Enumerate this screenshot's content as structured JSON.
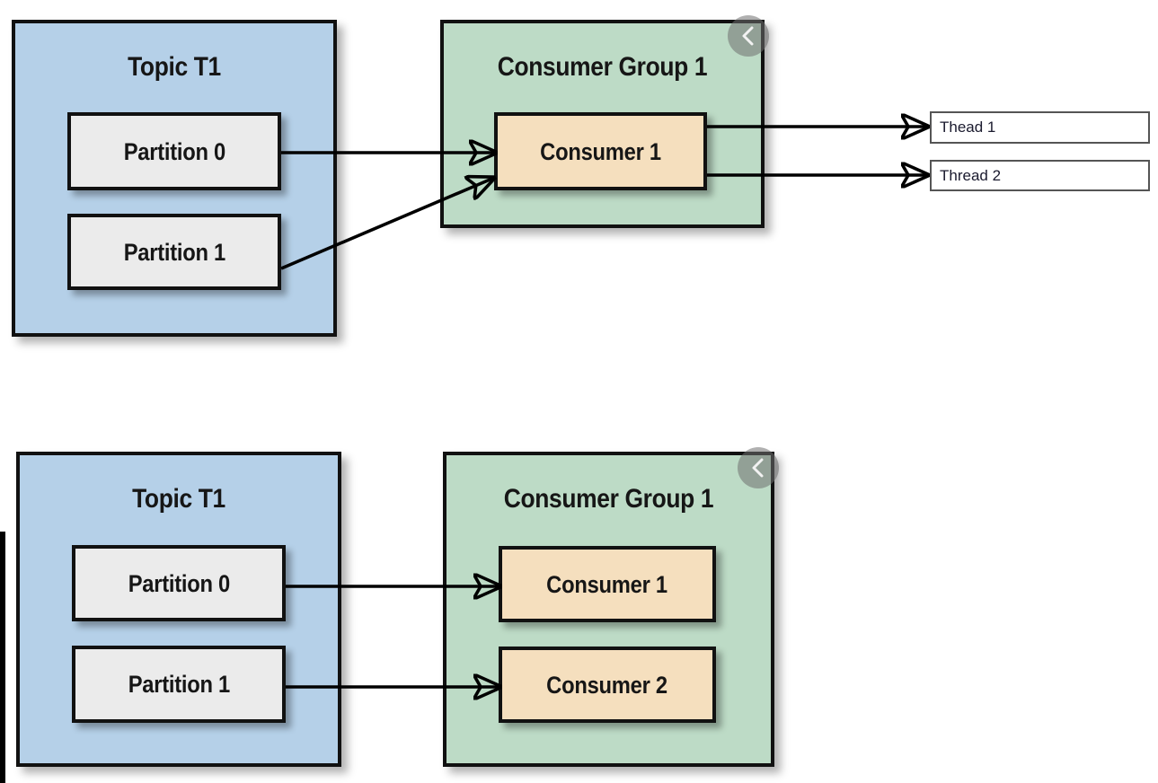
{
  "diagrams": [
    {
      "id": "one-consumer-two-threads",
      "topic": {
        "title": "Topic T1",
        "partitions": [
          {
            "label": "Partition 0"
          },
          {
            "label": "Partition 1"
          }
        ]
      },
      "group": {
        "title": "Consumer Group 1",
        "collapse_icon": "chevron-left-icon",
        "consumers": [
          {
            "label": "Consumer 1"
          }
        ]
      },
      "threads": [
        {
          "label": "Thead 1"
        },
        {
          "label": "Thread 2"
        }
      ],
      "connections": [
        {
          "from": "Partition 0",
          "to": "Consumer 1",
          "style": "straight"
        },
        {
          "from": "Partition 1",
          "to": "Consumer 1",
          "style": "diagonal"
        },
        {
          "from": "Consumer 1",
          "to": "Thead 1",
          "style": "straight"
        },
        {
          "from": "Consumer 1",
          "to": "Thread 2",
          "style": "straight"
        }
      ]
    },
    {
      "id": "two-consumers",
      "topic": {
        "title": "Topic T1",
        "partitions": [
          {
            "label": "Partition 0"
          },
          {
            "label": "Partition 1"
          }
        ]
      },
      "group": {
        "title": "Consumer Group 1",
        "collapse_icon": "chevron-left-icon",
        "consumers": [
          {
            "label": "Consumer 1"
          },
          {
            "label": "Consumer 2"
          }
        ]
      },
      "threads": [],
      "connections": [
        {
          "from": "Partition 0",
          "to": "Consumer 1",
          "style": "straight"
        },
        {
          "from": "Partition 1",
          "to": "Consumer 2",
          "style": "straight"
        }
      ]
    }
  ],
  "colors": {
    "topic_fill": "#b5d0e8",
    "group_fill": "#bddbc6",
    "partition_fill": "#ebebeb",
    "consumer_fill": "#f5dfbe",
    "thread_fill": "#ffffff",
    "stroke": "#111111",
    "badge_fill": "#707070"
  }
}
